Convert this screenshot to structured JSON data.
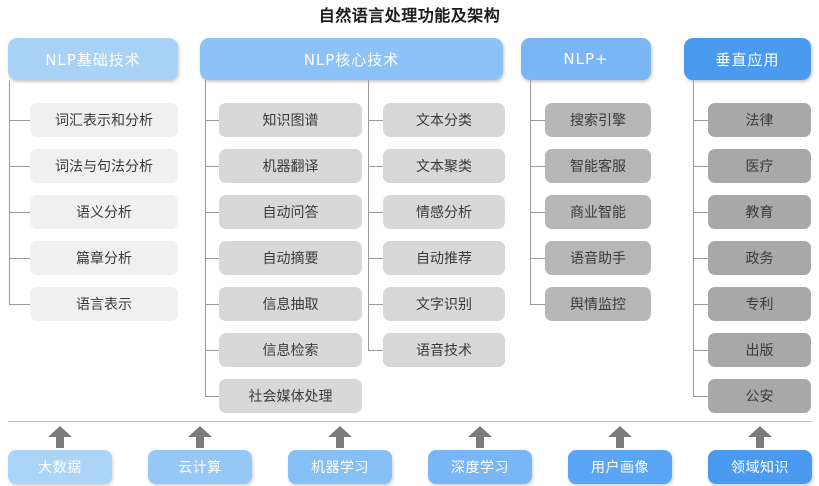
{
  "title": "自然语言处理功能及架构",
  "colors": {
    "header_basic": "#a9d2f7",
    "header_core": "#8cc2f7",
    "header_plus": "#7ab5f5",
    "header_vertical": "#4a9bf0",
    "item_light": "#f0f0f0",
    "item_medium": "#d8d8d8",
    "item_dark": "#b7b7b7",
    "item_darkest": "#a8a8a8",
    "line": "#9a9a9a",
    "arrow": "#7b7b7b",
    "title_text": "#1b1b1b"
  },
  "columns": [
    {
      "id": "nlp-basic",
      "header": "NLP基础技术",
      "header_color": "#a9d2f7",
      "item_color": "#f0f0f0",
      "items": [
        "词汇表示和分析",
        "词法与句法分析",
        "语义分析",
        "篇章分析",
        "语言表示"
      ]
    },
    {
      "id": "nlp-core-left",
      "header": "NLP核心技术",
      "header_color": "#8cc2f7",
      "item_color": "#d8d8d8",
      "items": [
        "知识图谱",
        "机器翻译",
        "自动问答",
        "自动摘要",
        "信息抽取",
        "信息检索",
        "社会媒体处理"
      ]
    },
    {
      "id": "nlp-core-right",
      "header": "",
      "header_color": "#8cc2f7",
      "item_color": "#d8d8d8",
      "items": [
        "文本分类",
        "文本聚类",
        "情感分析",
        "自动推荐",
        "文字识别",
        "语音技术"
      ]
    },
    {
      "id": "nlp-plus",
      "header": "NLP+",
      "header_color": "#7ab5f5",
      "item_color": "#b7b7b7",
      "items": [
        "搜索引擎",
        "智能客服",
        "商业智能",
        "语音助手",
        "舆情监控"
      ]
    },
    {
      "id": "vertical-app",
      "header": "垂直应用",
      "header_color": "#4a9bf0",
      "item_color": "#a8a8a8",
      "items": [
        "法律",
        "医疗",
        "教育",
        "政务",
        "专利",
        "出版",
        "公安"
      ]
    }
  ],
  "foundation": {
    "items": [
      {
        "label": "大数据",
        "color": "#aad4f8"
      },
      {
        "label": "云计算",
        "color": "#96c8f7"
      },
      {
        "label": "机器学习",
        "color": "#87bff7"
      },
      {
        "label": "深度学习",
        "color": "#79b6f6"
      },
      {
        "label": "用户画像",
        "color": "#5aa6f4"
      },
      {
        "label": "领域知识",
        "color": "#4a9bf0"
      }
    ]
  },
  "watermark": ""
}
